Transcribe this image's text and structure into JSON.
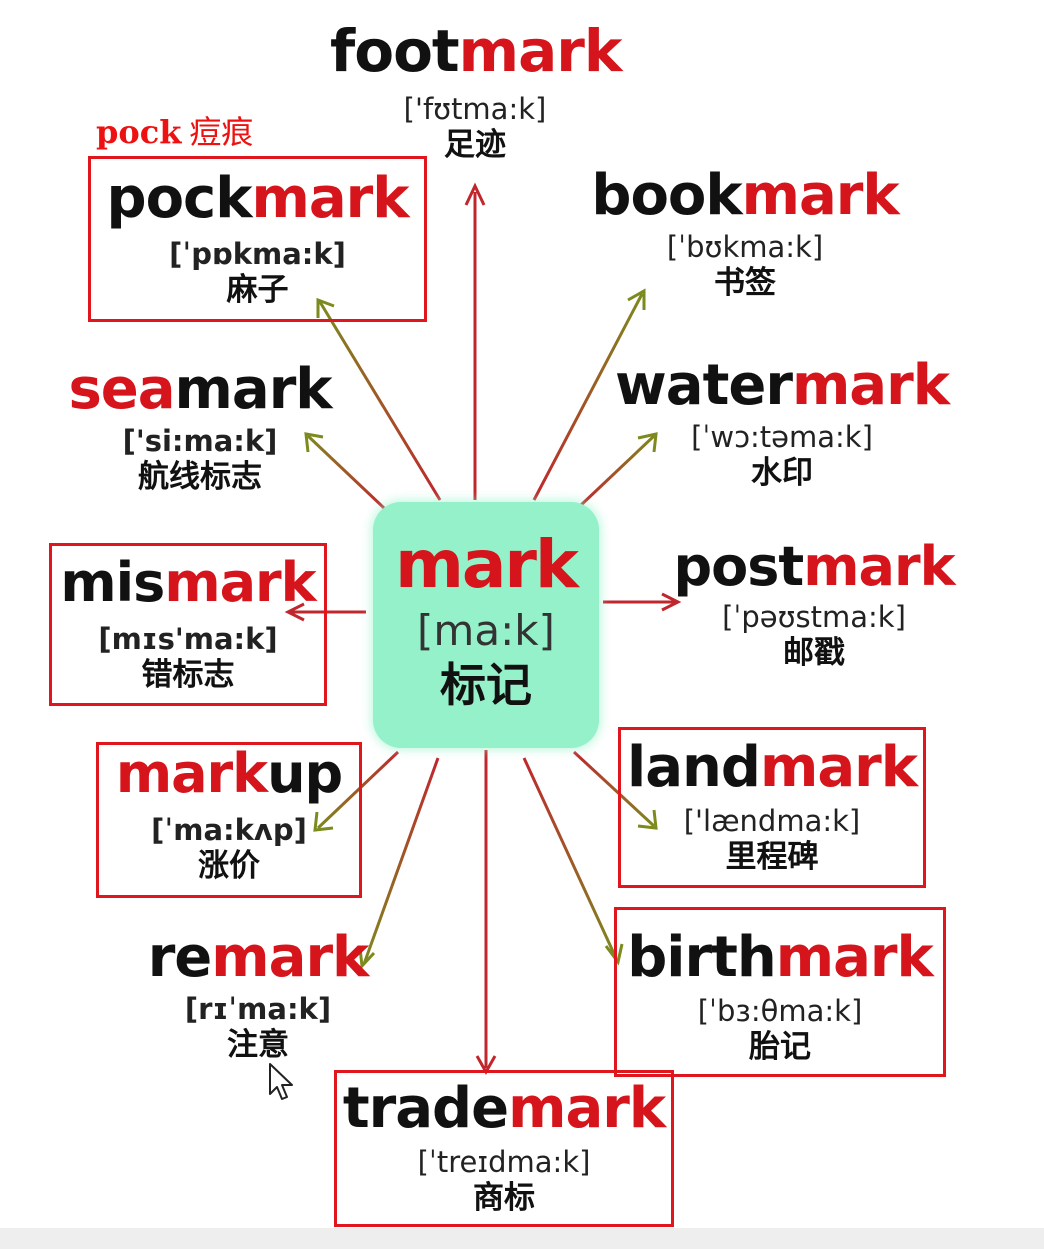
{
  "annotation": {
    "word": "pock",
    "chinese": "痘痕"
  },
  "center": {
    "word": "mark",
    "ipa": "[ma:k]",
    "chinese": "标记"
  },
  "branches": {
    "footmark": {
      "prefix": "foot",
      "root": "mark",
      "ipa": "['fʊtma:k]",
      "chinese": "足迹"
    },
    "pockmark": {
      "prefix": "pock",
      "root": "mark",
      "ipa": "[ˈpɒkma:k]",
      "chinese": "麻子"
    },
    "bookmark": {
      "prefix": "book",
      "root": "mark",
      "ipa": "[ˈbʊkma:k]",
      "chinese": "书签"
    },
    "seamark": {
      "prefix": "sea",
      "root": "mark",
      "ipa": "['si:ma:k]",
      "chinese": "航线标志"
    },
    "watermark": {
      "prefix": "water",
      "root": "mark",
      "ipa": "[ˈwɔ:təma:k]",
      "chinese": "水印"
    },
    "mismark": {
      "prefix": "mis",
      "root": "mark",
      "ipa": "[mɪs'ma:k]",
      "chinese": "错标志"
    },
    "postmark": {
      "prefix": "post",
      "root": "mark",
      "ipa": "[ˈpəʊstma:k]",
      "chinese": "邮戳"
    },
    "markup": {
      "root": "mark",
      "suffix": "up",
      "ipa": "[ˈma:kʌp]",
      "chinese": "涨价"
    },
    "landmark": {
      "prefix": "land",
      "root": "mark",
      "ipa": "['lændma:k]",
      "chinese": "里程碑"
    },
    "remark": {
      "prefix": "re",
      "root": "mark",
      "ipa": "[rɪˈma:k]",
      "chinese": "注意"
    },
    "birthmark": {
      "prefix": "birth",
      "root": "mark",
      "ipa": "[ˈbɜ:θma:k]",
      "chinese": "胎记"
    },
    "trademark": {
      "prefix": "trade",
      "root": "mark",
      "ipa": "[ˈtreɪdma:k]",
      "chinese": "商标"
    }
  },
  "colors": {
    "root_red": "#d5141b",
    "box_red": "#e0161e",
    "center_fill": "#94f1c9",
    "arrow_red": "#c0272d",
    "arrow_olive": "#7c7a1e"
  },
  "icons": {
    "cursor": "mouse-pointer-icon"
  }
}
